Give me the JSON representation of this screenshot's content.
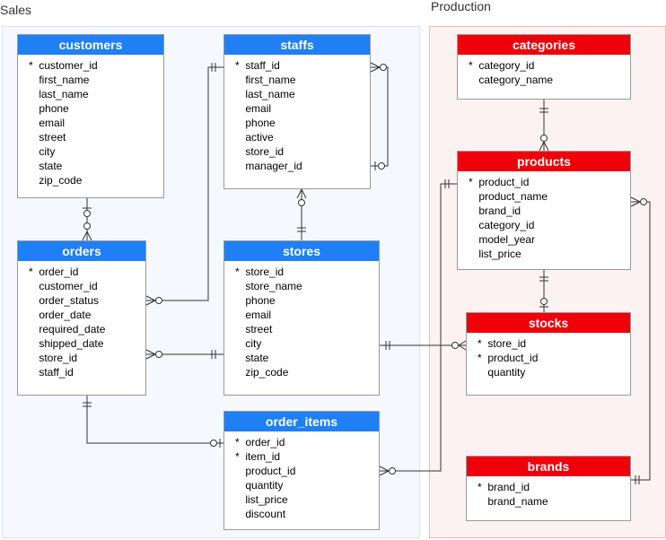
{
  "groups": {
    "sales": "Sales",
    "production": "Production"
  },
  "colors": {
    "sales_header": "#1f7ff5",
    "production_header": "#f0000a"
  },
  "entities": {
    "customers": {
      "title": "customers",
      "fields": [
        {
          "key": "*",
          "name": "customer_id"
        },
        {
          "key": "",
          "name": "first_name"
        },
        {
          "key": "",
          "name": "last_name"
        },
        {
          "key": "",
          "name": "phone"
        },
        {
          "key": "",
          "name": "email"
        },
        {
          "key": "",
          "name": "street"
        },
        {
          "key": "",
          "name": "city"
        },
        {
          "key": "",
          "name": "state"
        },
        {
          "key": "",
          "name": "zip_code"
        }
      ]
    },
    "staffs": {
      "title": "staffs",
      "fields": [
        {
          "key": "*",
          "name": "staff_id"
        },
        {
          "key": "",
          "name": "first_name"
        },
        {
          "key": "",
          "name": "last_name"
        },
        {
          "key": "",
          "name": "email"
        },
        {
          "key": "",
          "name": "phone"
        },
        {
          "key": "",
          "name": "active"
        },
        {
          "key": "",
          "name": "store_id"
        },
        {
          "key": "",
          "name": "manager_id"
        }
      ]
    },
    "orders": {
      "title": "orders",
      "fields": [
        {
          "key": "*",
          "name": "order_id"
        },
        {
          "key": "",
          "name": "customer_id"
        },
        {
          "key": "",
          "name": "order_status"
        },
        {
          "key": "",
          "name": "order_date"
        },
        {
          "key": "",
          "name": "required_date"
        },
        {
          "key": "",
          "name": "shipped_date"
        },
        {
          "key": "",
          "name": "store_id"
        },
        {
          "key": "",
          "name": "staff_id"
        }
      ]
    },
    "stores": {
      "title": "stores",
      "fields": [
        {
          "key": "*",
          "name": "store_id"
        },
        {
          "key": "",
          "name": "store_name"
        },
        {
          "key": "",
          "name": "phone"
        },
        {
          "key": "",
          "name": "email"
        },
        {
          "key": "",
          "name": "street"
        },
        {
          "key": "",
          "name": "city"
        },
        {
          "key": "",
          "name": "state"
        },
        {
          "key": "",
          "name": "zip_code"
        }
      ]
    },
    "order_items": {
      "title": "order_items",
      "fields": [
        {
          "key": "*",
          "name": "order_id"
        },
        {
          "key": "*",
          "name": "item_id"
        },
        {
          "key": "",
          "name": "product_id"
        },
        {
          "key": "",
          "name": "quantity"
        },
        {
          "key": "",
          "name": "list_price"
        },
        {
          "key": "",
          "name": "discount"
        }
      ]
    },
    "categories": {
      "title": "categories",
      "fields": [
        {
          "key": "*",
          "name": "category_id"
        },
        {
          "key": "",
          "name": "category_name"
        }
      ]
    },
    "products": {
      "title": "products",
      "fields": [
        {
          "key": "*",
          "name": "product_id"
        },
        {
          "key": "",
          "name": "product_name"
        },
        {
          "key": "",
          "name": "brand_id"
        },
        {
          "key": "",
          "name": "category_id"
        },
        {
          "key": "",
          "name": "model_year"
        },
        {
          "key": "",
          "name": "list_price"
        }
      ]
    },
    "stocks": {
      "title": "stocks",
      "fields": [
        {
          "key": "*",
          "name": "store_id"
        },
        {
          "key": "*",
          "name": "product_id"
        },
        {
          "key": "",
          "name": "quantity"
        }
      ]
    },
    "brands": {
      "title": "brands",
      "fields": [
        {
          "key": "*",
          "name": "brand_id"
        },
        {
          "key": "",
          "name": "brand_name"
        }
      ]
    }
  }
}
